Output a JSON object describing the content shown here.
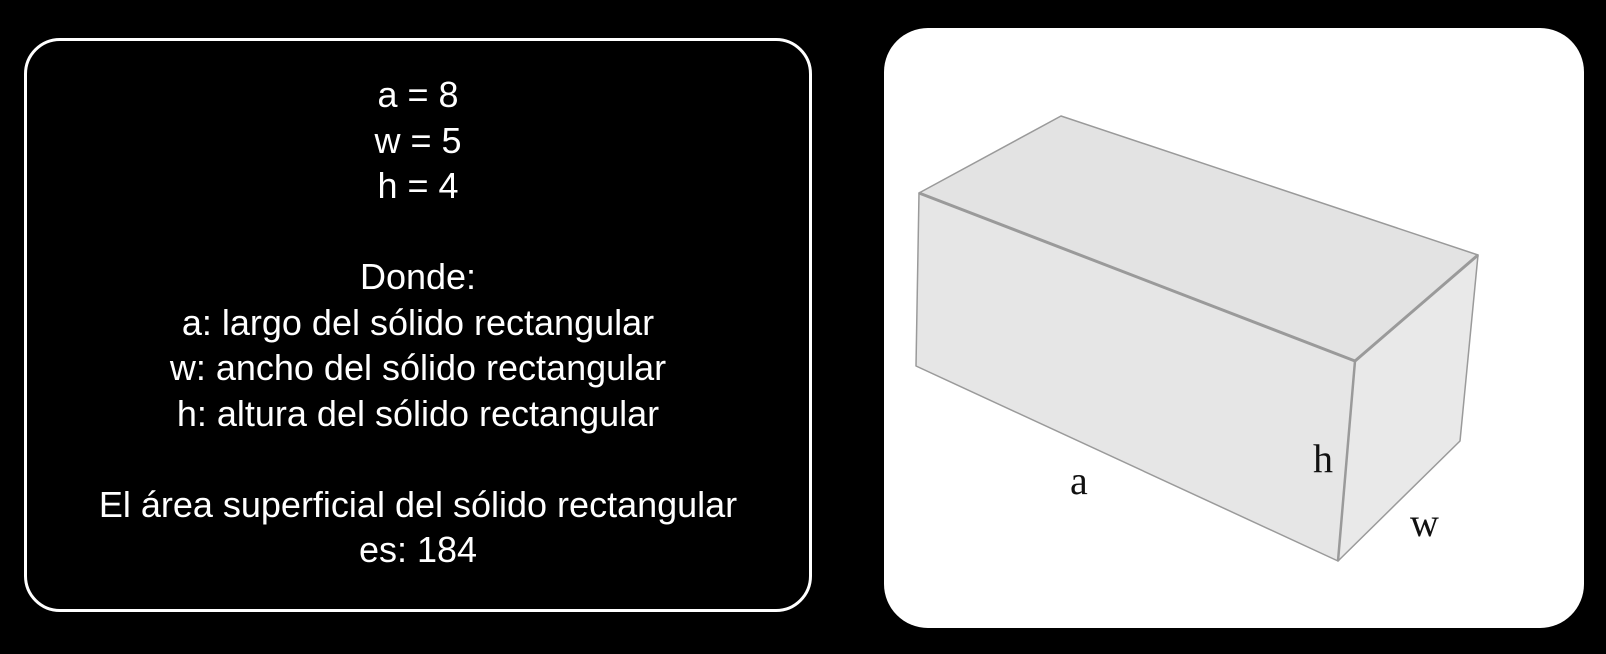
{
  "values": {
    "a": "a = 8",
    "w": "w = 5",
    "h": "h = 4"
  },
  "legend": {
    "heading": "Donde:",
    "a": "a: largo del sólido rectangular",
    "w": "w: ancho del sólido rectangular",
    "h": "h: altura del sólido rectangular"
  },
  "result": {
    "line1": "El área superficial del sólido rectangular",
    "line2": "es: 184"
  },
  "diagram": {
    "label_a": "a",
    "label_h": "h",
    "label_w": "w",
    "colors": {
      "face_front": "#e6e6e6",
      "face_top": "#e3e3e3",
      "face_side": "#e9e9e9",
      "edge": "#9a9a9a"
    }
  }
}
